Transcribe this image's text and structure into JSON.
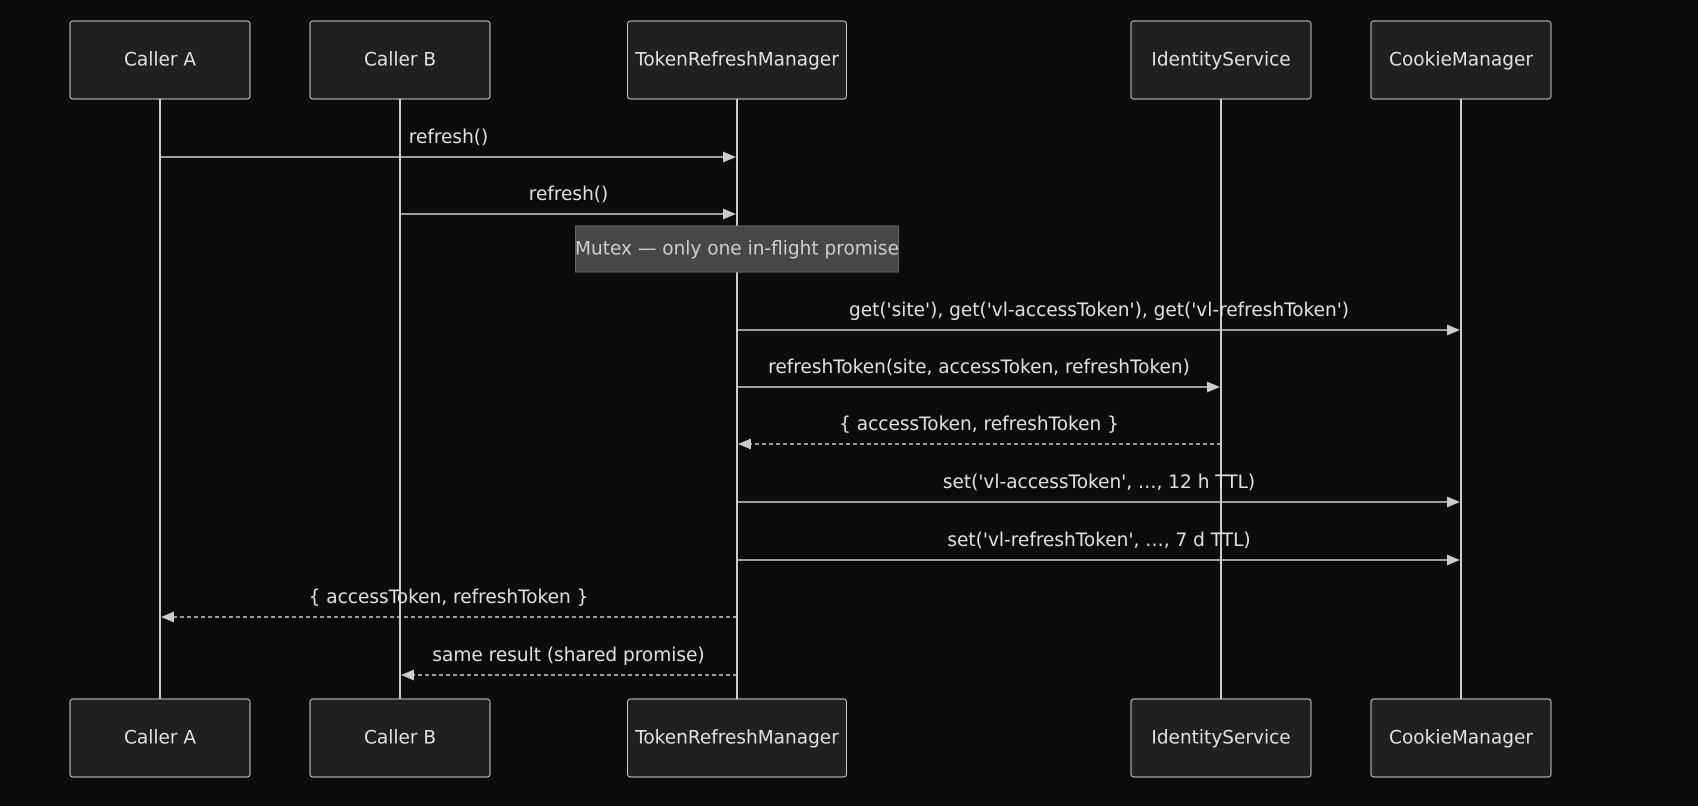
{
  "participants": [
    {
      "id": "caller_a",
      "label": "Caller A"
    },
    {
      "id": "caller_b",
      "label": "Caller B"
    },
    {
      "id": "trm",
      "label": "TokenRefreshManager"
    },
    {
      "id": "identity",
      "label": "IdentityService"
    },
    {
      "id": "cookie",
      "label": "CookieManager"
    }
  ],
  "note": {
    "over": "trm",
    "text": "Mutex — only one in-flight promise"
  },
  "messages": [
    {
      "from": "caller_a",
      "to": "trm",
      "label": "refresh()",
      "style": "solid"
    },
    {
      "from": "caller_b",
      "to": "trm",
      "label": "refresh()",
      "style": "solid"
    },
    {
      "from": "trm",
      "to": "cookie",
      "label": "get('site'), get('vl-accessToken'), get('vl-refreshToken')",
      "style": "solid"
    },
    {
      "from": "trm",
      "to": "identity",
      "label": "refreshToken(site, accessToken, refreshToken)",
      "style": "solid"
    },
    {
      "from": "identity",
      "to": "trm",
      "label": "{ accessToken, refreshToken }",
      "style": "dashed"
    },
    {
      "from": "trm",
      "to": "cookie",
      "label": "set('vl-accessToken', …, 12 h TTL)",
      "style": "solid"
    },
    {
      "from": "trm",
      "to": "cookie",
      "label": "set('vl-refreshToken', …, 7 d TTL)",
      "style": "solid"
    },
    {
      "from": "trm",
      "to": "caller_a",
      "label": "{ accessToken, refreshToken }",
      "style": "dashed"
    },
    {
      "from": "trm",
      "to": "caller_b",
      "label": "same result (shared promise)",
      "style": "dashed"
    }
  ]
}
